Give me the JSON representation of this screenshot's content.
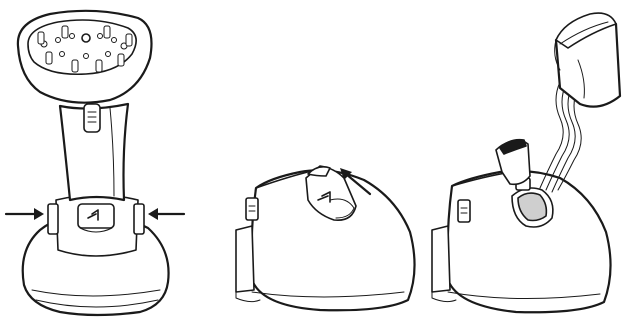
{
  "figure": {
    "panels": [
      {
        "id": "panel-1",
        "content": "steamer-front-view",
        "arrows": [
          "press-release-left",
          "press-release-right"
        ]
      },
      {
        "id": "panel-2",
        "content": "steamer-side-view-cap-open",
        "arrows": [
          "turn-cap"
        ]
      },
      {
        "id": "panel-3",
        "content": "steamer-side-view-filling",
        "arrows": []
      }
    ],
    "colors": {
      "line": "#1a1a1a",
      "background": "#ffffff"
    }
  }
}
